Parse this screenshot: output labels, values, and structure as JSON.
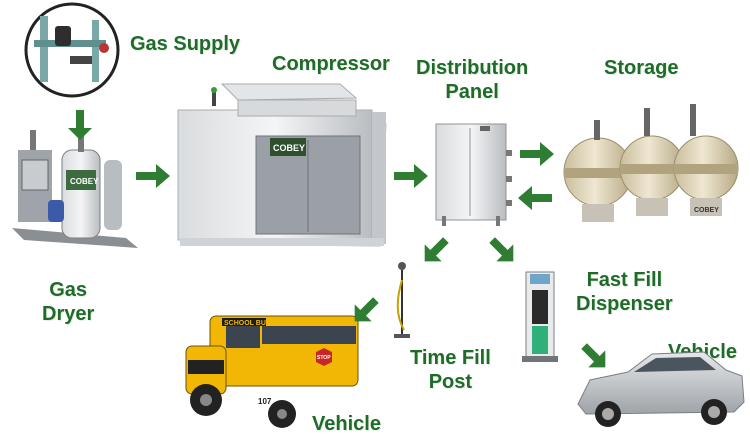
{
  "labels": {
    "gas_supply": "Gas Supply",
    "compressor": "Compressor",
    "distribution_panel": [
      "Distribution",
      "Panel"
    ],
    "storage": "Storage",
    "gas_dryer": [
      "Gas",
      "Dryer"
    ],
    "fast_fill_dispenser": [
      "Fast Fill",
      "Dispenser"
    ],
    "time_fill_post": [
      "Time Fill",
      "Post"
    ],
    "vehicle_bus": "Vehicle",
    "vehicle_car": "Vehicle"
  },
  "equipment_text": {
    "compressor_brand": "COBEY",
    "dryer_brand": "COBEY",
    "storage_brand": "COBEY",
    "bus_sign": "SCHOOL BUS",
    "bus_stop": "STOP",
    "bus_number": "107"
  },
  "colors": {
    "accent_green": "#2f7d32",
    "label_green": "#1f6b2a",
    "bus_yellow": "#f2b705",
    "car_silver": "#c9ccd0",
    "tank_beige": "#e2d6b8"
  }
}
